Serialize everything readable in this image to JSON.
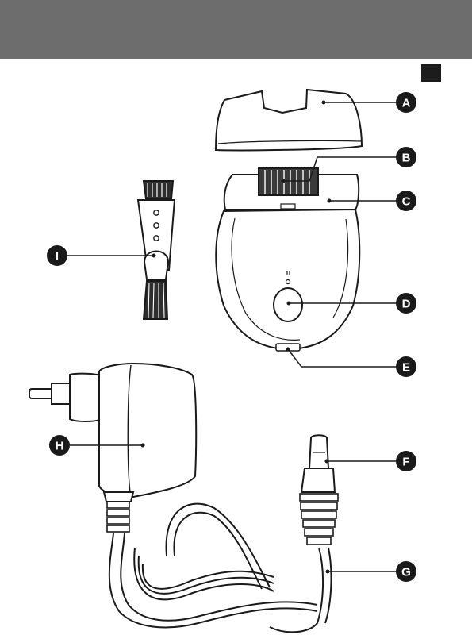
{
  "page": {
    "header_color": "#6d6d6d",
    "marker_color": "#1c1c1c"
  },
  "diagram": {
    "subject": "epilator with cleaning brush, adapter and cord",
    "callouts": [
      {
        "letter": "A",
        "part": "cap"
      },
      {
        "letter": "B",
        "part": "epilating discs"
      },
      {
        "letter": "C",
        "part": "epilating head"
      },
      {
        "letter": "D",
        "part": "on/off button"
      },
      {
        "letter": "E",
        "part": "socket"
      },
      {
        "letter": "F",
        "part": "appliance plug"
      },
      {
        "letter": "G",
        "part": "cord"
      },
      {
        "letter": "H",
        "part": "adapter"
      },
      {
        "letter": "I",
        "part": "cleaning brush"
      }
    ]
  }
}
